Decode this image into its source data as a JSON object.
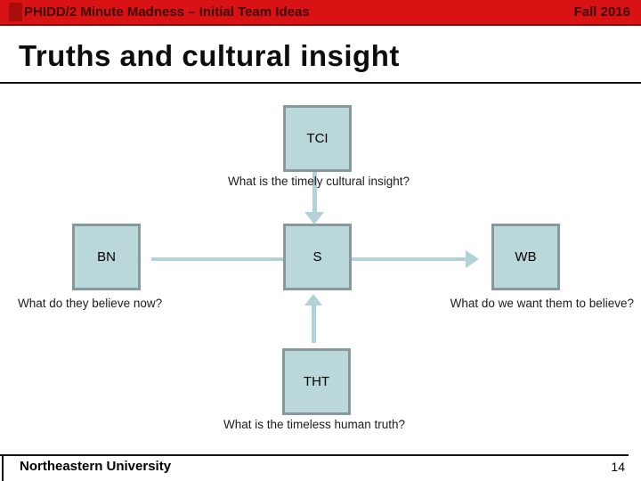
{
  "header": {
    "course": "PHIDD/2 Minute Madness – Initial Team Ideas",
    "term": "Fall 2016"
  },
  "slide": {
    "title": "Truths and cultural insight"
  },
  "diagram": {
    "nodes": [
      {
        "id": "tci",
        "label": "TCI"
      },
      {
        "id": "bn",
        "label": "BN"
      },
      {
        "id": "s",
        "label": "S"
      },
      {
        "id": "wb",
        "label": "WB"
      },
      {
        "id": "tht",
        "label": "THT"
      }
    ],
    "captions": {
      "tci": "What is the timely cultural insight?",
      "bn": "What do they believe now?",
      "wb": "What do we want them to believe?",
      "tht": "What is the timeless human truth?"
    }
  },
  "footer": {
    "institution": "Northeastern University",
    "page_number": "14"
  },
  "colors": {
    "header_bg": "#d91313",
    "header_text": "#3c0505",
    "header_accent": "#a90d0d",
    "node_fill": "#bad8da",
    "node_border": "#87999d",
    "arrow": "#b2d1d9",
    "text": "#1b1b1b"
  }
}
